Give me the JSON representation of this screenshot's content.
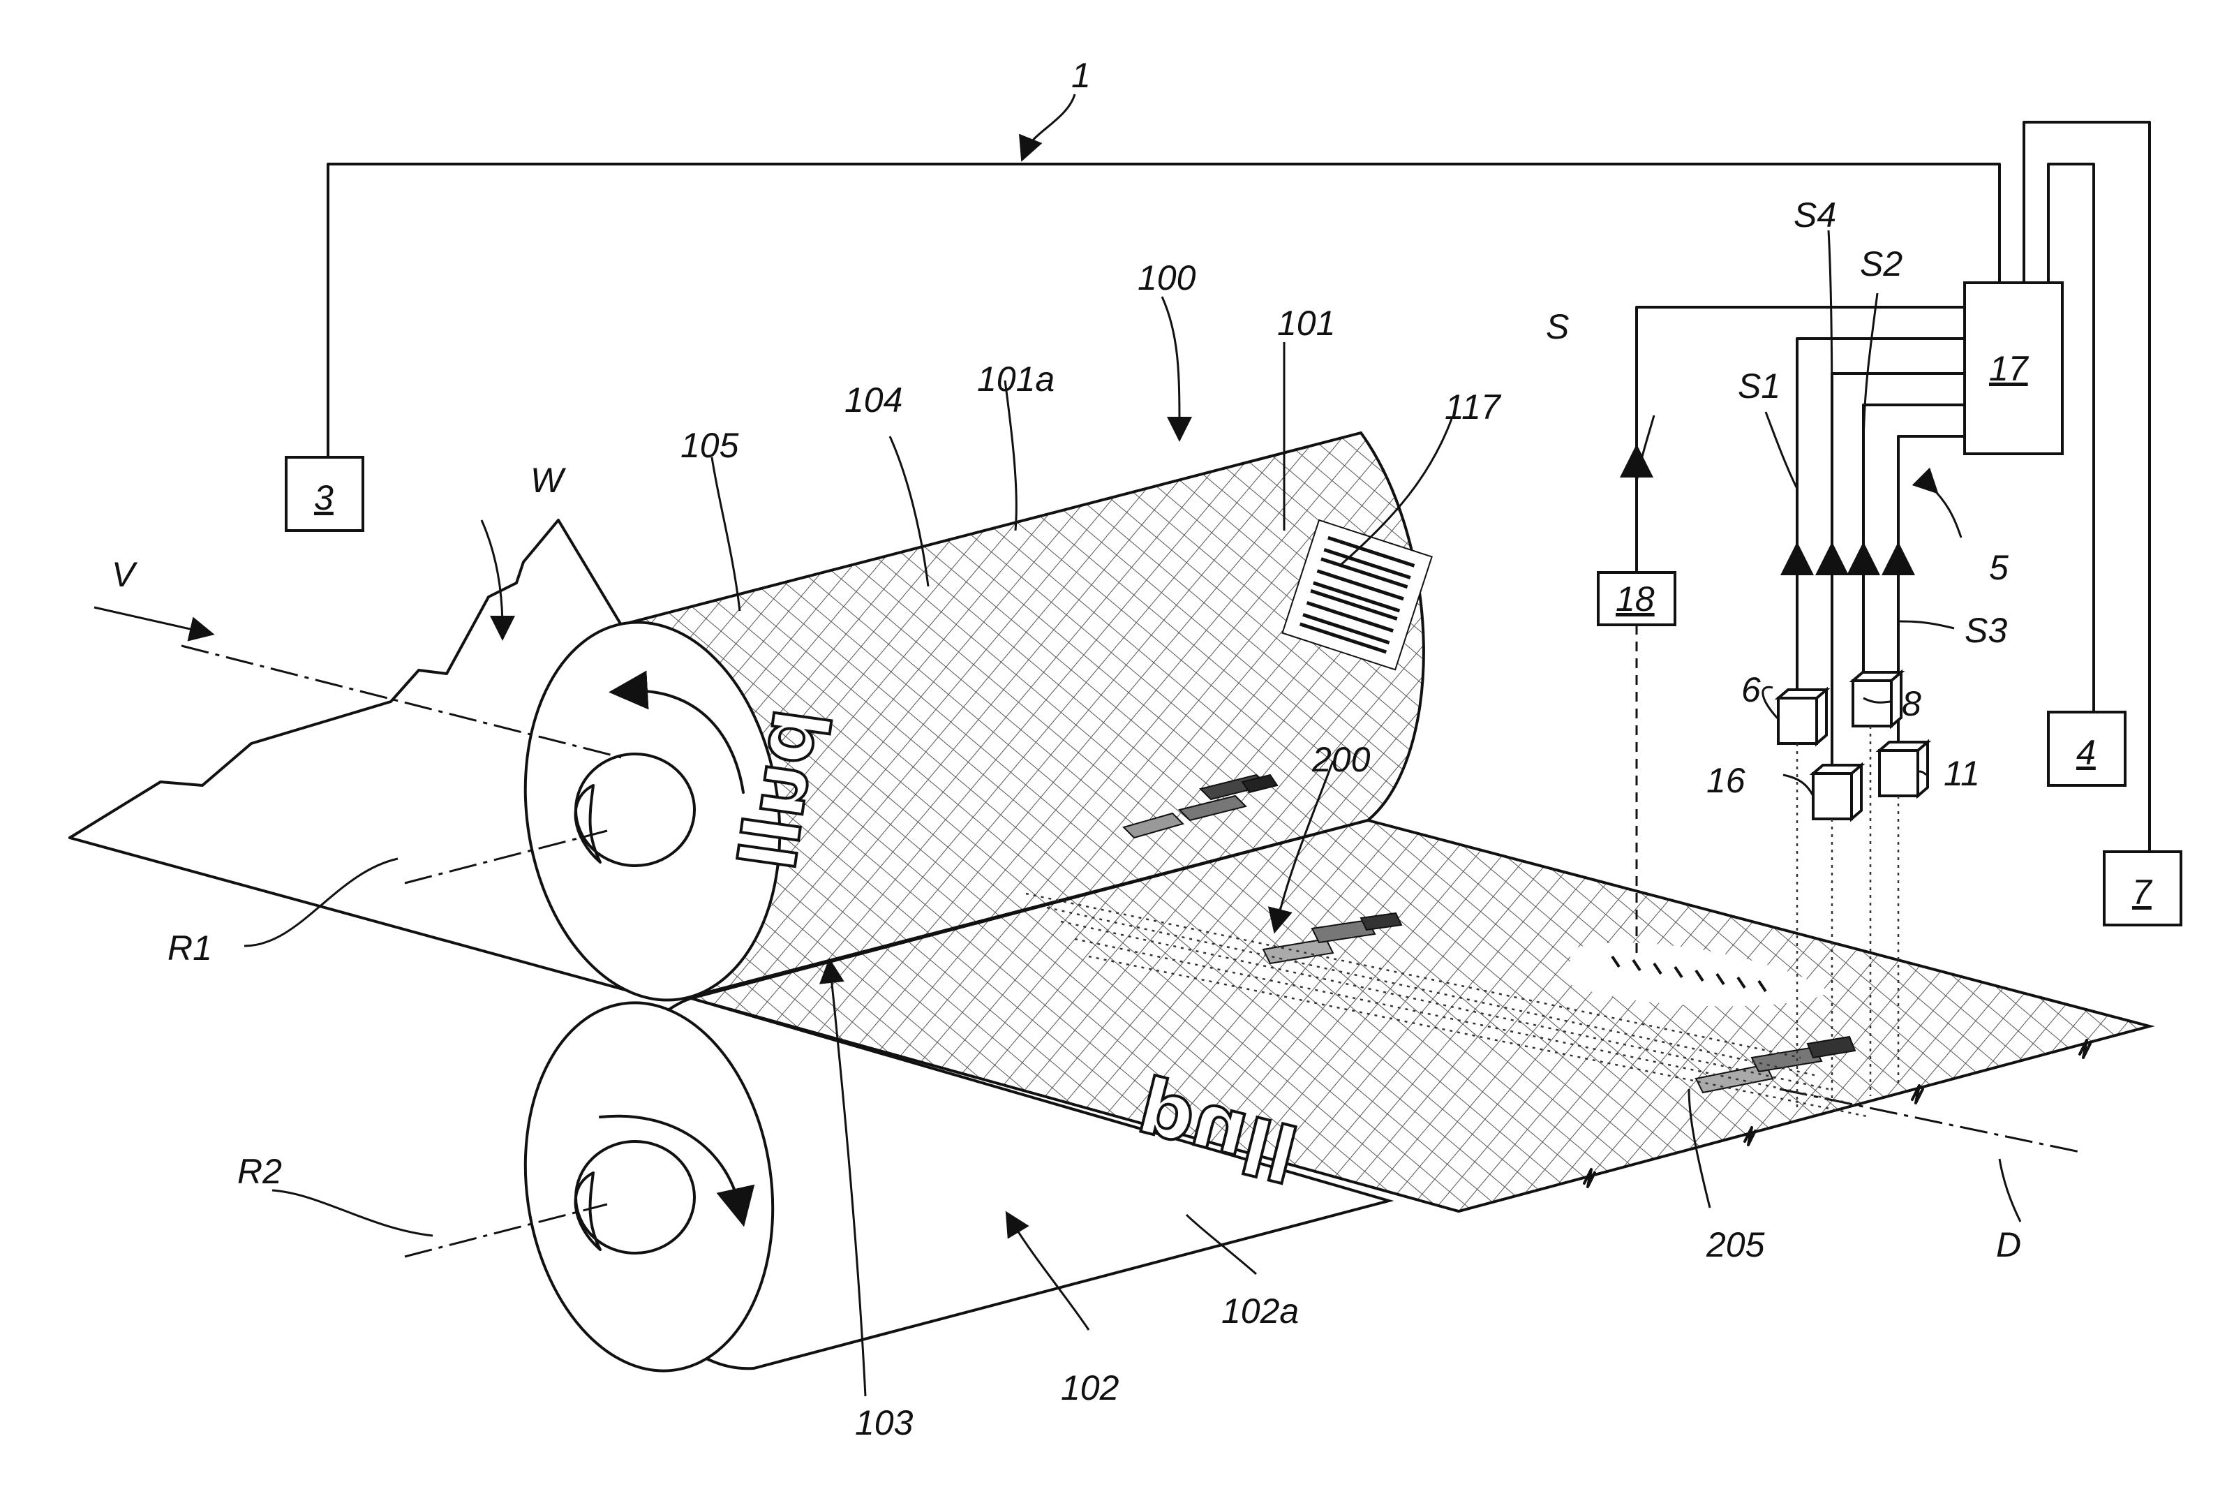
{
  "labels": {
    "system": "1",
    "unit3": "3",
    "unit4": "4",
    "group5": "5",
    "sensor6": "6",
    "unit7": "7",
    "sensor8": "8",
    "sensor11": "11",
    "sensor16": "16",
    "controller17": "17",
    "camera18": "18",
    "pattern100": "100",
    "mark101": "101",
    "roller101a": "101a",
    "roller102": "102",
    "roller102a": "102a",
    "nip103": "103",
    "field104": "104",
    "surface105": "105",
    "code117": "117",
    "print200": "200",
    "print205": "205",
    "signalS": "S",
    "signalS1": "S1",
    "signalS2": "S2",
    "signalS3": "S3",
    "signalS4": "S4",
    "speedV": "V",
    "webW": "W",
    "axisR1": "R1",
    "axisR2": "R2",
    "directionD": "D"
  },
  "artwork": {
    "roller_text": "pull",
    "web_text": "pull"
  },
  "colors": {
    "line": "#111111",
    "hatch": "#555555",
    "background": "#ffffff"
  }
}
